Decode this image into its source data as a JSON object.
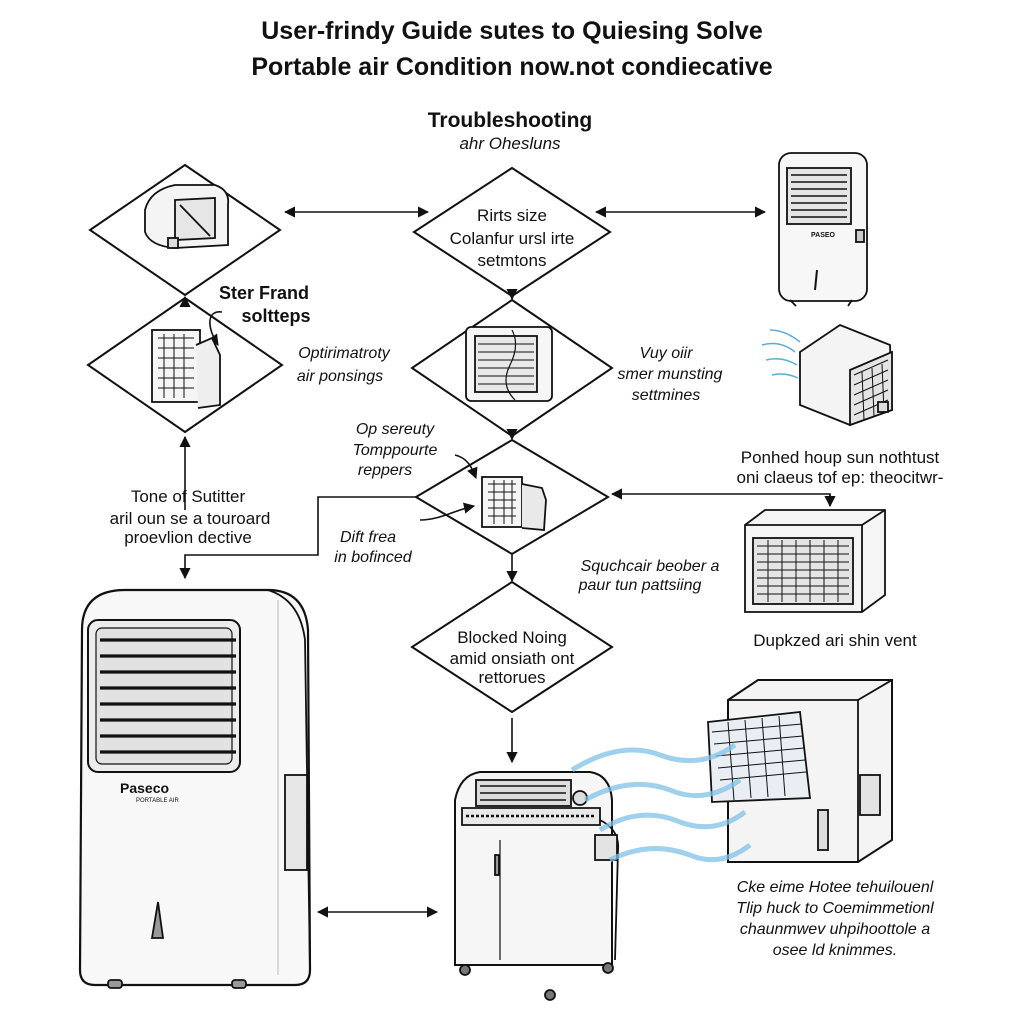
{
  "title": {
    "line1": "User-frindy Guide sutes to Quiesing Solve",
    "line2": "Portable air Condition now.not condiecative"
  },
  "center_heading": {
    "main": "Troubleshooting",
    "sub": "ahr Ohesluns"
  },
  "nodes": {
    "top": [
      "Rirts size",
      "Colanfur ursl irte",
      "setmtons"
    ],
    "middle_left": [
      "Optirimatroty",
      "air ponsings"
    ],
    "middle_right": [
      "Vuy oiir",
      "smer munsting",
      "settmines"
    ],
    "center_left": [
      "Op sereuty",
      "Tomppourte",
      "reppers"
    ],
    "center_left_lower": [
      "Dift frea",
      "in bofinced"
    ],
    "bottom": [
      "Blocked Noing",
      "amid onsiath ont",
      "rettorues"
    ]
  },
  "labels": {
    "ster_frand": [
      "Ster Frand",
      "soltteps"
    ],
    "left_note": [
      "Tone of Sutitter",
      "aril oun se a touroard",
      "proevlion dective"
    ],
    "right_note": [
      "Ponhed houp sun nothtust",
      "oni claeus tof ep: theocitwr-"
    ],
    "squch_note": [
      "Squchcair beober a",
      "paur tun pattsiing"
    ],
    "dupkzed": "Dupkzed ari shin vent",
    "bottom_right_note": [
      "Cke eime Hotee tehuilouenl",
      "Tlip huck to Coemimmetionl",
      "chaunmwev uhpihoottole a",
      "osee ld knimmes."
    ]
  },
  "devices": {
    "brand_small": "PASEO",
    "brand_large": "Paseco",
    "model_large": "PORTABLE AIR"
  }
}
